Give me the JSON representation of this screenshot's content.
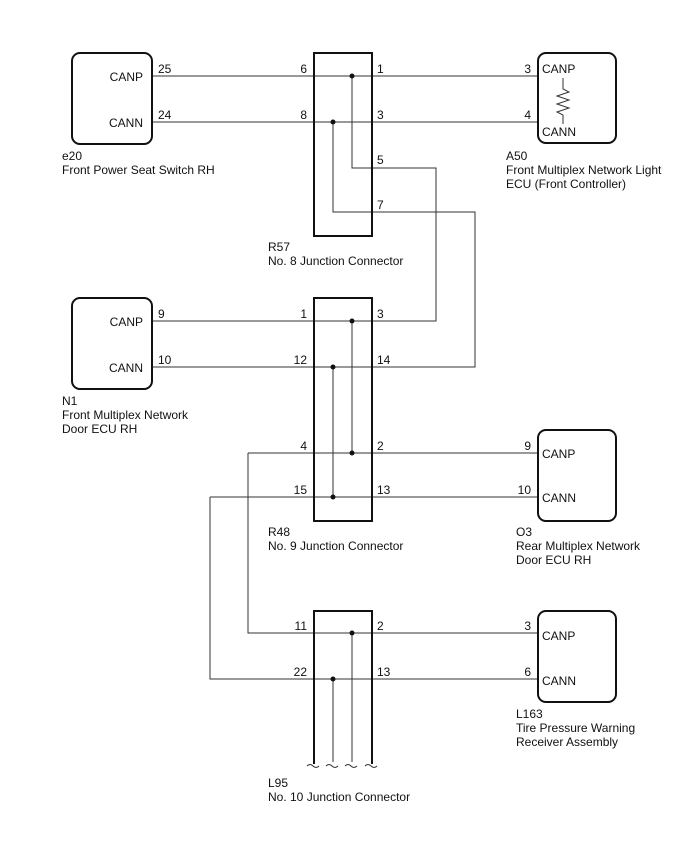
{
  "components": [
    {
      "key": "e20",
      "id": "e20",
      "name_lines": [
        "Front Power Seat Switch RH"
      ],
      "signals": [
        "CANP",
        "CANN"
      ]
    },
    {
      "key": "a50",
      "id": "A50",
      "name_lines": [
        "Front Multiplex Network Light",
        "ECU (Front Controller)"
      ],
      "signals": [
        "CANP",
        "CANN"
      ]
    },
    {
      "key": "n1",
      "id": "N1",
      "name_lines": [
        "Front Multiplex Network",
        "Door ECU RH"
      ],
      "signals": [
        "CANP",
        "CANN"
      ]
    },
    {
      "key": "o3",
      "id": "O3",
      "name_lines": [
        "Rear Multiplex Network",
        "Door ECU RH"
      ],
      "signals": [
        "CANP",
        "CANN"
      ]
    },
    {
      "key": "l163",
      "id": "L163",
      "name_lines": [
        "Tire Pressure Warning",
        "Receiver Assembly"
      ],
      "signals": [
        "CANP",
        "CANN"
      ]
    }
  ],
  "junctions": [
    {
      "key": "r57",
      "id": "R57",
      "name": "No. 8 Junction Connector"
    },
    {
      "key": "r48",
      "id": "R48",
      "name": "No. 9 Junction Connector"
    },
    {
      "key": "l95",
      "id": "L95",
      "name": "No. 10 Junction Connector"
    }
  ],
  "pins": {
    "e20_canp": "25",
    "e20_cann": "24",
    "r57_in_canp": "6",
    "r57_in_cann": "8",
    "r57_out_canp": "1",
    "r57_out_cann": "3",
    "r57_out_5": "5",
    "r57_out_7": "7",
    "a50_canp": "3",
    "a50_cann": "4",
    "n1_canp": "9",
    "n1_cann": "10",
    "r48_in_canp": "1",
    "r48_in_cann": "12",
    "r48_out_canp": "3",
    "r48_out_cann": "14",
    "r48_in_4": "4",
    "r48_in_15": "15",
    "r48_out_2": "2",
    "r48_out_13": "13",
    "o3_canp": "9",
    "o3_cann": "10",
    "l95_in_canp": "11",
    "l95_in_cann": "22",
    "l95_out_canp": "2",
    "l95_out_cann": "13",
    "l163_canp": "3",
    "l163_cann": "6"
  }
}
